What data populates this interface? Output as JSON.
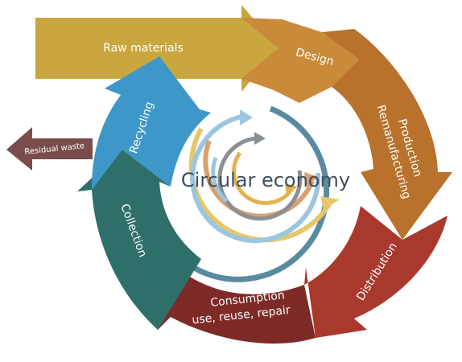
{
  "center_title": "Circular economy",
  "stages": {
    "raw_materials": {
      "label": "Raw materials",
      "color": "#c9a63e"
    },
    "design": {
      "label": "Design",
      "color": "#c98a3a"
    },
    "production": {
      "line1": "Production",
      "line2": "Remanufacturing",
      "color": "#b8722c"
    },
    "distribution": {
      "label": "Distribution",
      "color": "#a9392c"
    },
    "consumption": {
      "line1": "Consumption",
      "line2": "use, reuse, repair",
      "color": "#7e2a27"
    },
    "collection": {
      "label": "Collection",
      "color": "#2f6f6a"
    },
    "recycling": {
      "label": "Recycling",
      "color": "#3d97c9"
    },
    "residual_waste": {
      "label": "Residual waste",
      "color": "#7b4c4c"
    }
  },
  "swirl_colors": [
    "#e8c66a",
    "#5a8aa0",
    "#9bc6e2",
    "#d9a070",
    "#8a8f94",
    "#e3b24f"
  ]
}
